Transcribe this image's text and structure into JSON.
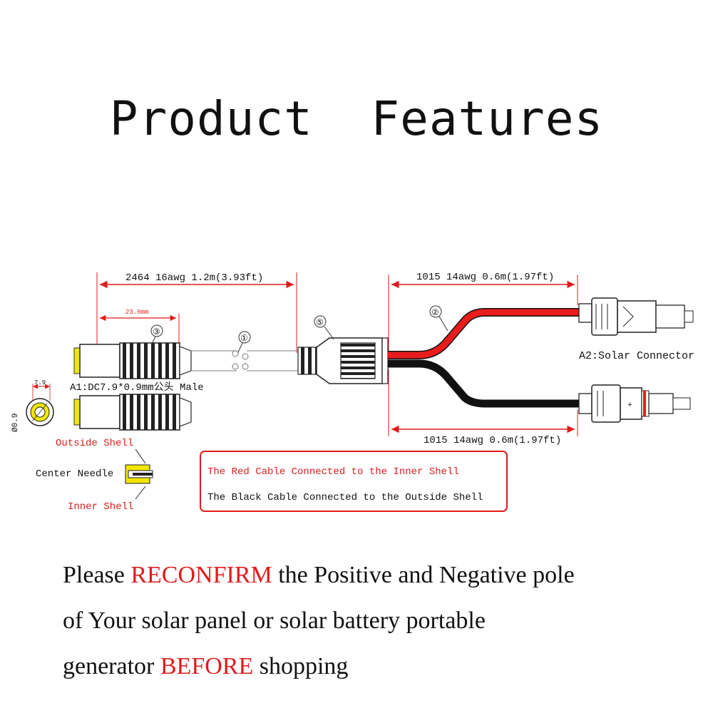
{
  "title": "Product  Features",
  "diagram": {
    "dim_input_cable": "2464 16awg 1.2m(3.93ft)",
    "dim_plug": "23.6mm",
    "dim_output_red": "1015 14awg 0.6m(1.97ft)",
    "dim_output_black": "1015 14awg 0.6m(1.97ft)",
    "callouts": [
      "①",
      "②",
      "③",
      "⑤"
    ],
    "a1_label": "A1:DC7.9*0.9mm公头 Male",
    "a2_label": "A2:Solar Connector",
    "tip_diameter_outer": "7.9",
    "tip_diameter_inner": "Ø0.9",
    "outside_shell": "Outside Shell",
    "center_needle": "Center Needle",
    "inner_shell": "Inner Shell",
    "note_red": "The Red Cable Connected to the Inner Shell",
    "note_black": "The Black Cable Connected to the Outside Shell",
    "colors": {
      "red_wire": "#e81c1c",
      "black_wire": "#111111",
      "note_border": "#e01b1b",
      "tip_yellow": "#f2e600"
    }
  },
  "notice": {
    "line1_pre": "Please ",
    "line1_hl": "RECONFIRM",
    "line1_post": " the Positive and Negative pole",
    "line2": "of Your solar panel or solar battery portable",
    "line3_pre": "generator ",
    "line3_hl": "BEFORE",
    "line3_post": " shopping"
  }
}
